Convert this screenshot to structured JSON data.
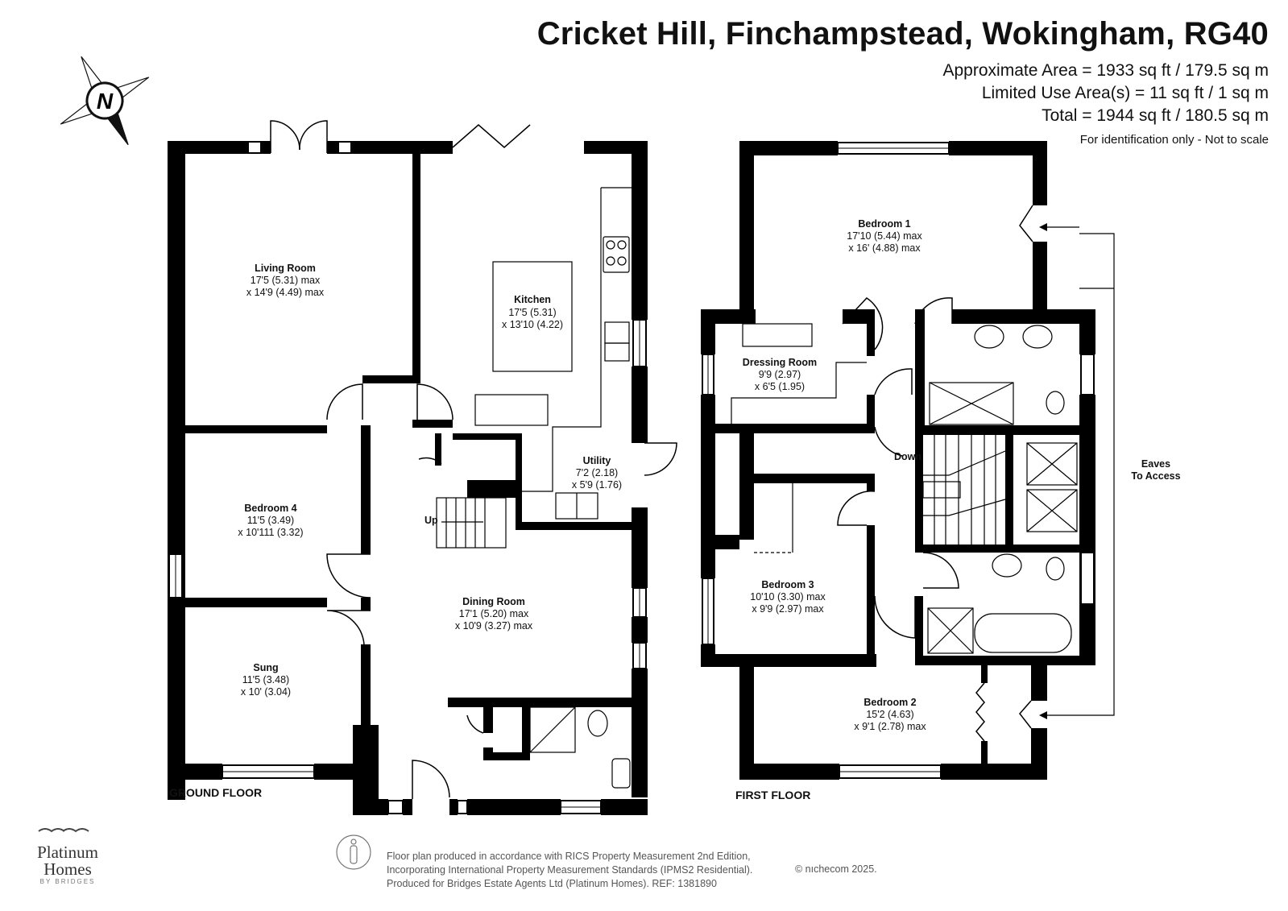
{
  "header": {
    "title": "Cricket Hill, Finchampstead, Wokingham, RG40",
    "area_line": "Approximate Area = 1933 sq ft / 179.5 sq m",
    "limited_line": "Limited Use Area(s) = 11 sq ft / 1 sq m",
    "total_line": "Total = 1944 sq ft / 180.5 sq m",
    "note": "For identification only - Not to scale"
  },
  "compass": {
    "label": "N"
  },
  "ground_floor": {
    "label": "GROUND FLOOR",
    "rooms": {
      "living": {
        "name": "Living Room",
        "dim1": "17'5 (5.31) max",
        "dim2": "x 14'9 (4.49) max"
      },
      "kitchen": {
        "name": "Kitchen",
        "dim1": "17'5 (5.31)",
        "dim2": "x 13'10 (4.22)"
      },
      "utility": {
        "name": "Utility",
        "dim1": "7'2 (2.18)",
        "dim2": "x 5'9 (1.76)"
      },
      "bedroom4": {
        "name": "Bedroom 4",
        "dim1": "11'5 (3.49)",
        "dim2": "x 10'111 (3.32)"
      },
      "dining": {
        "name": "Dining Room",
        "dim1": "17'1 (5.20) max",
        "dim2": "x 10'9 (3.27) max"
      },
      "sung": {
        "name": "Sung",
        "dim1": "11'5 (3.48)",
        "dim2": "x 10' (3.04)"
      }
    },
    "stairs_label": "Up"
  },
  "first_floor": {
    "label": "FIRST FLOOR",
    "rooms": {
      "bedroom1": {
        "name": "Bedroom 1",
        "dim1": "17'10 (5.44) max",
        "dim2": "x 16' (4.88) max"
      },
      "dressing": {
        "name": "Dressing Room",
        "dim1": "9'9 (2.97)",
        "dim2": "x 6'5 (1.95)"
      },
      "bedroom3": {
        "name": "Bedroom 3",
        "dim1": "10'10 (3.30) max",
        "dim2": "x 9'9 (2.97) max"
      },
      "bedroom2": {
        "name": "Bedroom 2",
        "dim1": "15'2 (4.63)",
        "dim2": "x 9'1 (2.78) max"
      }
    },
    "stairs_label": "Down",
    "eaves_line1": "Eaves",
    "eaves_line2": "To Access"
  },
  "footer": {
    "line1": "Floor plan produced in accordance with RICS Property Measurement 2nd Edition,",
    "line2": "Incorporating International Property Measurement Standards (IPMS2 Residential).",
    "line3": "Produced for Bridges Estate Agents Ltd (Platinum Homes).   REF: 1381890",
    "copyright": "© nıchecom 2025."
  },
  "logo": {
    "line1": "Platinum",
    "line2": "Homes",
    "line3": "BY BRIDGES"
  },
  "colors": {
    "wall": "#000000",
    "fixture": "#333333",
    "accent": "#111111"
  }
}
